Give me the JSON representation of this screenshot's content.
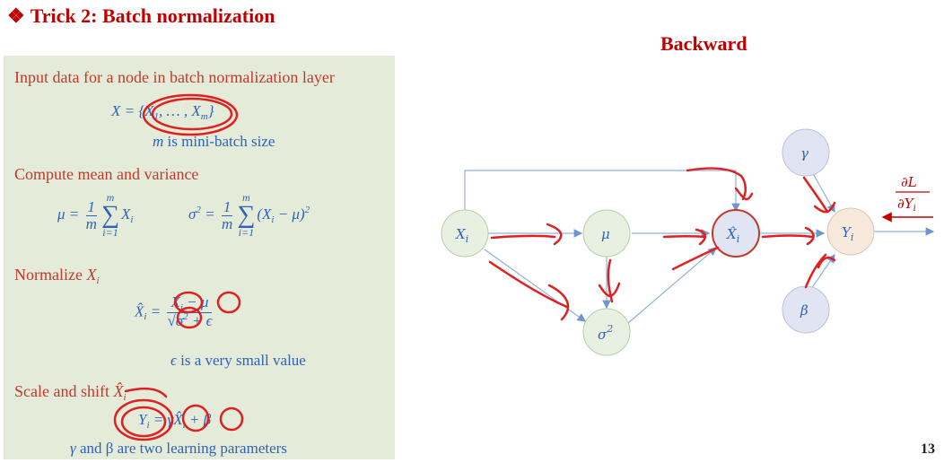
{
  "header": {
    "bullet": "❖",
    "title": "Trick 2: Batch normalization"
  },
  "panel": {
    "s1_title": "Input data for a node in batch normalization layer",
    "s1_formula_lhs": "X = {X",
    "s1_formula_sub1": "1",
    "s1_formula_mid": ", … , X",
    "s1_formula_subm": "m",
    "s1_formula_end": "}",
    "s1_note_var": "m",
    "s1_note": " is mini-batch size",
    "s2_title": "Compute mean and variance",
    "mu_lhs": "μ =",
    "one": "1",
    "m": "m",
    "sum_top": "m",
    "sum_bot": "i=1",
    "sigma": "∑",
    "mu_term": "X",
    "sub_i": "i",
    "var_lhs": "σ",
    "sq": "2",
    "var_eq": " =",
    "var_term": "(X",
    "var_term_end": " − μ)",
    "s3_title": "Normalize",
    "s3_var": "X",
    "xhat_lhs": "X̂",
    "xhat_eq": " =",
    "xhat_num": "X",
    "xhat_num_end": " − μ",
    "xhat_den": "√σ",
    "xhat_den_end": " + ϵ",
    "eps_note_var": "ϵ",
    "eps_note": " is a very small value",
    "s4_title": "Scale and shift",
    "s4_var": "X̂",
    "y_formula": "Y",
    "y_eq": " = γX̂",
    "y_plus": " + β",
    "last_note_a": "γ",
    "last_note_b": " and β are two learning parameters"
  },
  "diagram": {
    "title": "Backward",
    "grad_top": "∂L",
    "grad_bot": "∂Y",
    "grad_sub": "i",
    "nodes": [
      {
        "id": "xi",
        "label": "X",
        "sub": "i"
      },
      {
        "id": "mu",
        "label": "μ",
        "sub": ""
      },
      {
        "id": "sigma2",
        "label": "σ",
        "sub": "2"
      },
      {
        "id": "xhat",
        "label": "X̂",
        "sub": "i"
      },
      {
        "id": "gamma",
        "label": "γ",
        "sub": ""
      },
      {
        "id": "beta",
        "label": "β",
        "sub": ""
      },
      {
        "id": "yi",
        "label": "Y",
        "sub": "i"
      }
    ],
    "colors": {
      "accent": "#c00000",
      "math": "#2e63b8",
      "panel": "#e4ecd9",
      "ink": "#e02020"
    }
  },
  "footer": {
    "page": "13"
  }
}
